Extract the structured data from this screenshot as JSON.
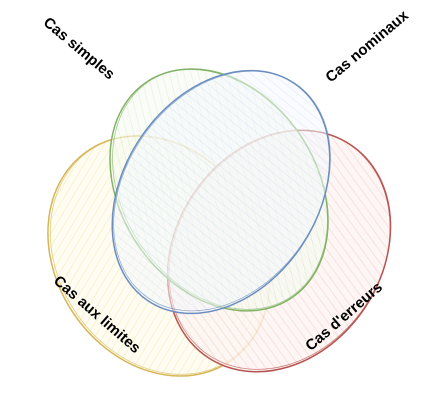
{
  "diagram": {
    "type": "venn",
    "sets": [
      {
        "key": "simples",
        "label": "Cas simples",
        "color": "#82b366"
      },
      {
        "key": "nominaux",
        "label": "Cas nominaux",
        "color": "#6c8ebf"
      },
      {
        "key": "limites",
        "label": "Cas aux limites",
        "color": "#d6b656"
      },
      {
        "key": "erreurs",
        "label": "Cas d'erreurs",
        "color": "#b85450"
      }
    ]
  }
}
